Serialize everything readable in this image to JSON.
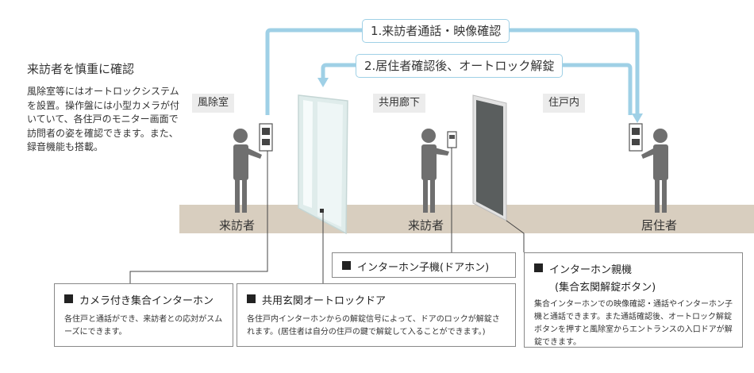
{
  "intro": {
    "title": "来訪者を慎重に確認",
    "body": "風除室等にはオートロックシステムを設置。操作盤には小型カメラが付いていて、各住戸のモニター画面で訪問者の姿を確認できます。また、録音機能も搭載。"
  },
  "flows": [
    {
      "label": "1.来訪者通話・映像確認"
    },
    {
      "label": "2.居住者確認後、オートロック解錠"
    }
  ],
  "zones": [
    {
      "label": "風除室"
    },
    {
      "label": "共用廊下"
    },
    {
      "label": "住戸内"
    }
  ],
  "people": [
    {
      "label": "来訪者"
    },
    {
      "label": "来訪者"
    },
    {
      "label": "居住者"
    }
  ],
  "callouts": {
    "camera_intercom": {
      "title": "カメラ付き集合インターホン",
      "body": "各住戸と通話ができ、来訪者との応対がスムーズにできます。"
    },
    "entrance_door": {
      "title": "共用玄関オートロックドア",
      "body": "各住戸内インターホンからの解錠信号によって、ドアのロックが解錠されます。(居住者は自分の住戸の鍵で解錠して入ることができます。)"
    },
    "door_phone": {
      "title": "インターホン子機(ドアホン)"
    },
    "master_intercom": {
      "title": "インターホン親機",
      "subtitle": "(集合玄関解錠ボタン)",
      "body": "集合インターホンでの映像確認・通話やインターホン子機と通話できます。また通話確認後、オートロック解錠ボタンを押すと風除室からエントランスの入口ドアが解錠できます。"
    }
  },
  "colors": {
    "arrow": "#9fd0e6",
    "floor": "#d8cebf",
    "figure": "#6f6f6f",
    "door_glass": "#dfeceb",
    "unit_door": "#5a5e5e"
  }
}
